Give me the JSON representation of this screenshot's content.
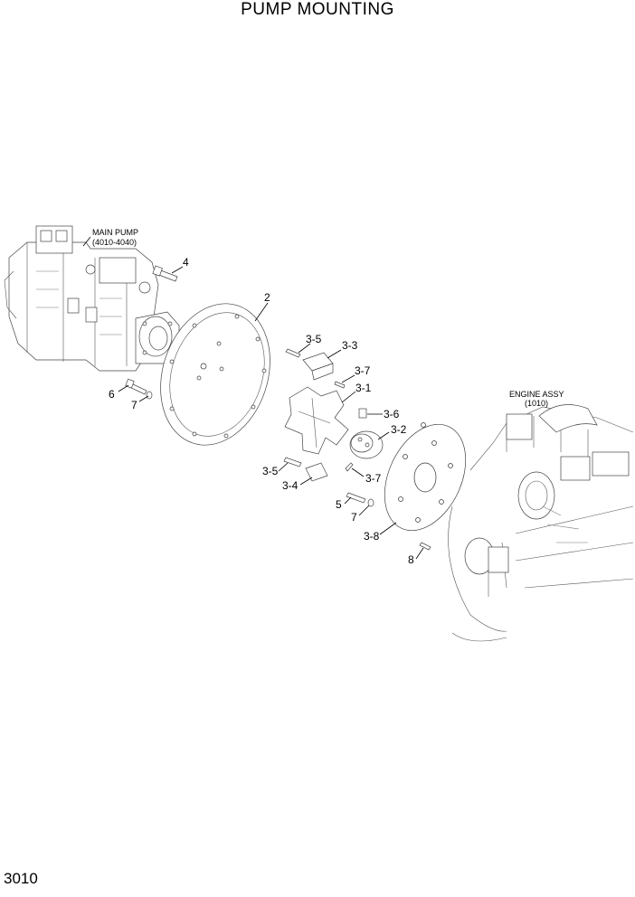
{
  "title": "PUMP MOUNTING",
  "page_number": "3010",
  "callouts": {
    "main_pump": "MAIN PUMP",
    "main_pump_ref": "(4010-4040)",
    "engine_assy": "ENGINE ASSY",
    "engine_assy_ref": "(1010)"
  },
  "part_labels": {
    "p2": "2",
    "p4": "4",
    "p5": "5",
    "p6": "6",
    "p7a": "7",
    "p7b": "7",
    "p8": "8",
    "p3_1": "3-1",
    "p3_2": "3-2",
    "p3_3": "3-3",
    "p3_4": "3-4",
    "p3_5a": "3-5",
    "p3_5b": "3-5",
    "p3_6": "3-6",
    "p3_7a": "3-7",
    "p3_7b": "3-7",
    "p3_8": "3-8"
  }
}
